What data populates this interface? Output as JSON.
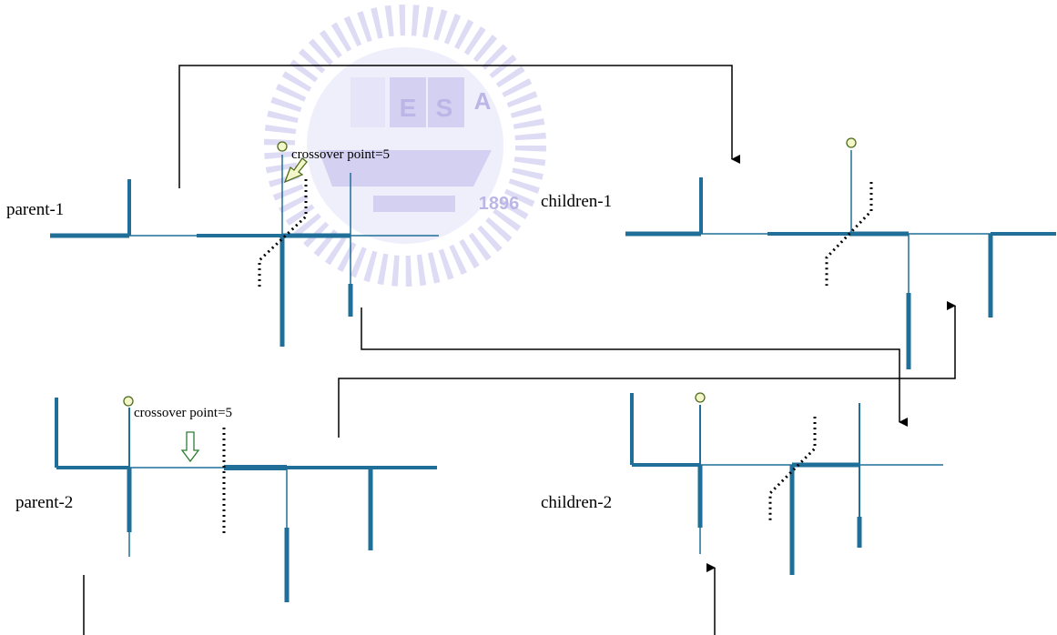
{
  "labels": {
    "parent1": "parent-1",
    "parent2": "parent-2",
    "children1": "children-1",
    "children2": "children-2",
    "crossover1": "crossover point=5",
    "crossover2": "crossover point=5"
  },
  "watermark": {
    "letters": [
      "E",
      "S",
      "A"
    ],
    "year": "1896",
    "color": "#c9c4ee"
  },
  "colors": {
    "tree": "#1f6f99",
    "arrow": "#000000",
    "marker_fill": "#f3f7c8",
    "marker_stroke": "#4d6b1f",
    "hollow_arrow_stroke": "#2e7d32"
  }
}
